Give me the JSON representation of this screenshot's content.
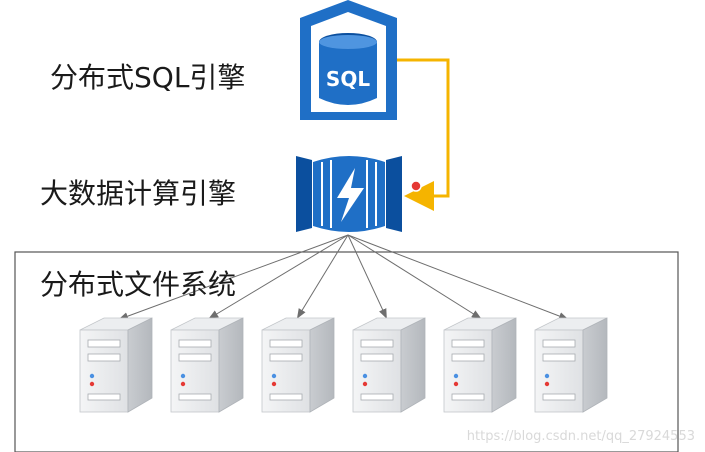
{
  "labels": {
    "sql_engine": "分布式SQL引擎",
    "bigdata_engine": "大数据计算引擎",
    "file_system": "分布式文件系统"
  },
  "sql_icon_text": "SQL",
  "watermark": "https://blog.csdn.net/qq_27924553",
  "colors": {
    "azure_blue": "#1f6fc6",
    "dark_blue": "#0b4f9e",
    "connector_orange": "#f5b400",
    "arrow_gray": "#6e6e6e",
    "server_gray": "#d5d7da",
    "red_dot": "#e53935"
  },
  "icons": [
    "sql-database-icon",
    "stream-analytics-icon",
    "server-icon"
  ],
  "server_count": 6
}
